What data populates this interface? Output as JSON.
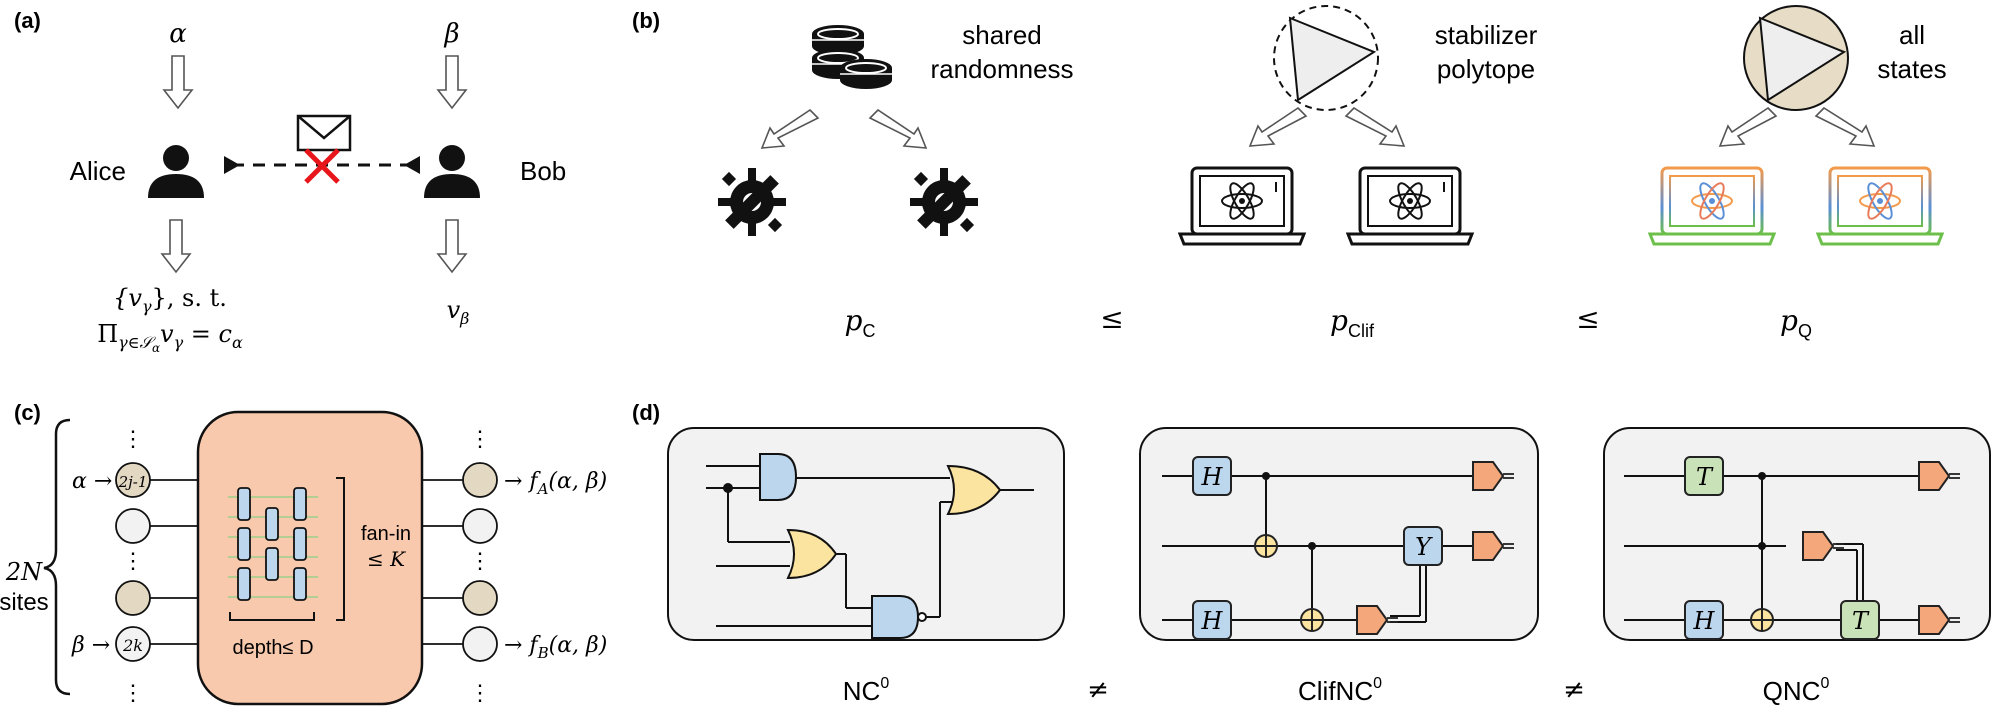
{
  "panels": {
    "a": {
      "label": "(a)",
      "alpha": "α",
      "beta": "β",
      "alice": "Alice",
      "bob": "Bob",
      "alice_output_1": "{v",
      "alice_output_1_sub": "γ",
      "alice_output_1_tail": "}, s. t.",
      "alice_output_2_pi": "Π",
      "alice_output_2_sub": "γ∈𝒮",
      "alice_output_2_subsub": "α",
      "alice_output_2_mid": "v",
      "alice_output_2_mid_sub": "γ",
      "alice_output_2_eq": " = c",
      "alice_output_2_eq_sub": "α",
      "bob_output": "v",
      "bob_output_sub": "β"
    },
    "b": {
      "label": "(b)",
      "items": [
        {
          "caption_1": "shared",
          "caption_2": "randomness",
          "prob": "p",
          "prob_sub": "C"
        },
        {
          "caption_1": "stabilizer",
          "caption_2": "polytope",
          "prob": "p",
          "prob_sub": "Clif"
        },
        {
          "caption_1": "all",
          "caption_2": "states",
          "prob": "p",
          "prob_sub": "Q"
        }
      ],
      "relation_1": "≤",
      "relation_2": "≤"
    },
    "c": {
      "label": "(c)",
      "two_n": "2N",
      "sites": "sites",
      "alpha": "α",
      "beta": "β",
      "node_top": "2j-1",
      "node_bottom": "2k",
      "fan_in": "fan-in",
      "fan_in_bound": "≤ K",
      "depth": "depth≤ D",
      "out_a": "→ f",
      "out_a_sub": "A",
      "out_a_tail": "(α, β)",
      "out_b": "→ f",
      "out_b_sub": "B",
      "out_b_tail": "(α, β)"
    },
    "d": {
      "label": "(d)",
      "gate_h": "H",
      "gate_y": "Y",
      "gate_t": "T",
      "class_1": "NC",
      "class_2": "ClifNC",
      "class_3": "QNC",
      "sup": "0",
      "neq_1": "≠",
      "neq_2": "≠"
    }
  },
  "colors": {
    "orange_block": "#f8c9ad",
    "blue_gate": "#bcd6ee",
    "yellow_gate": "#fbe3a0",
    "orange_gate": "#f3a77a",
    "green_gate": "#c9e2b8",
    "node_tan": "#e3d8c2",
    "panel_bg": "#f2f2f2"
  }
}
